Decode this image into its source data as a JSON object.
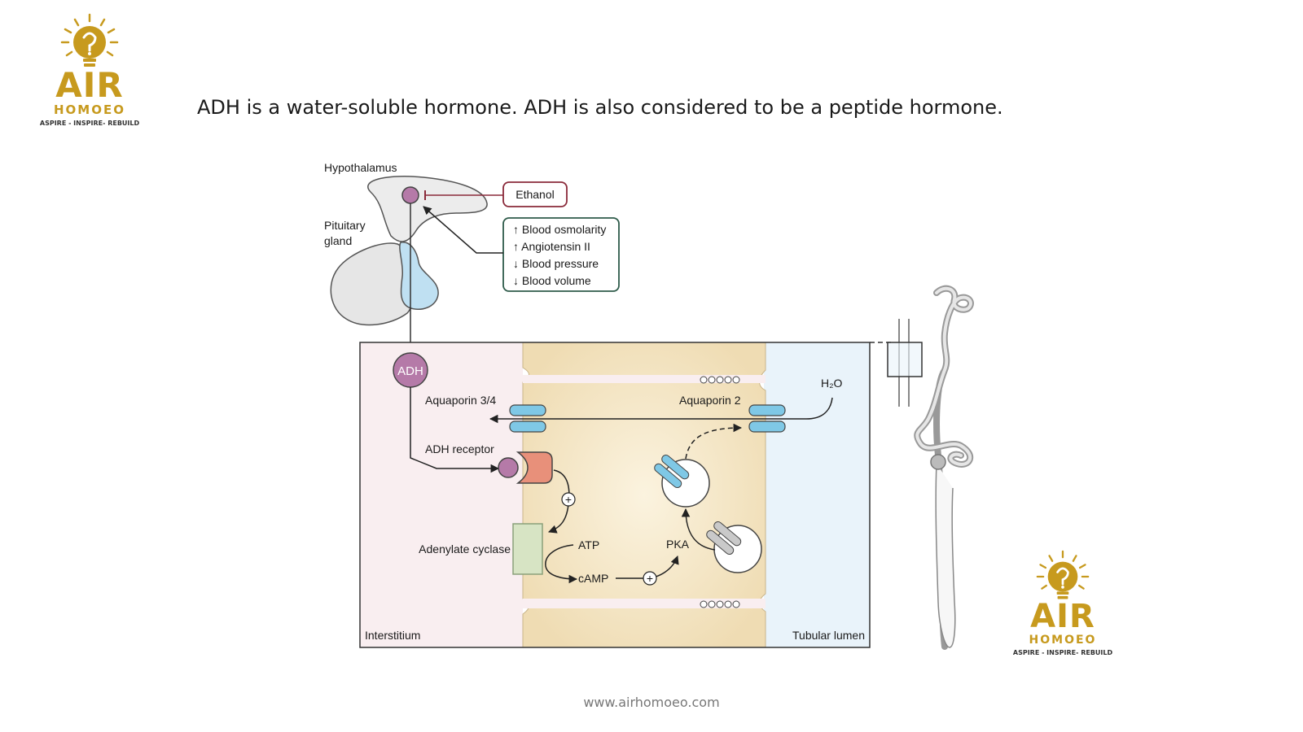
{
  "logo": {
    "brand": "AIR",
    "subtitle": "HOMOEO",
    "tagline": "ASPIRE - INSPIRE- REBUILD"
  },
  "slide": {
    "title": "ADH is a water-soluble hormone. ADH is also considered to be a peptide hormone."
  },
  "diagram": {
    "hypothalamus": "Hypothalamus",
    "pituitary_line1": "Pituitary",
    "pituitary_line2": "gland",
    "ethanol": "Ethanol",
    "stimuli": [
      "↑ Blood osmolarity",
      "↑ Angiotensin II",
      "↓ Blood pressure",
      "↓ Blood volume"
    ],
    "adh": "ADH",
    "aquaporin_34": "Aquaporin 3/4",
    "aquaporin_2": "Aquaporin 2",
    "h2o": "H₂O",
    "adh_receptor": "ADH receptor",
    "plus": "+",
    "adenylate_cyclase": "Adenylate cyclase",
    "atp": "ATP",
    "camp": "cAMP",
    "pka": "PKA",
    "interstitium": "Interstitium",
    "tubular_lumen": "Tubular lumen"
  },
  "footer": {
    "url": "www.airhomoeo.com"
  },
  "colors": {
    "gold": "#c79a1e",
    "interstitium_bg": "#f9eef0",
    "cell_bg": "#f2e3c2",
    "lumen_bg": "#e9f3fa",
    "channel_blue": "#7fc8e6",
    "adh_purple": "#b57aa8",
    "receptor_orange": "#e8907a",
    "cyclase_green": "#d7e4c4",
    "ethanol_red": "#8a2a3a"
  }
}
